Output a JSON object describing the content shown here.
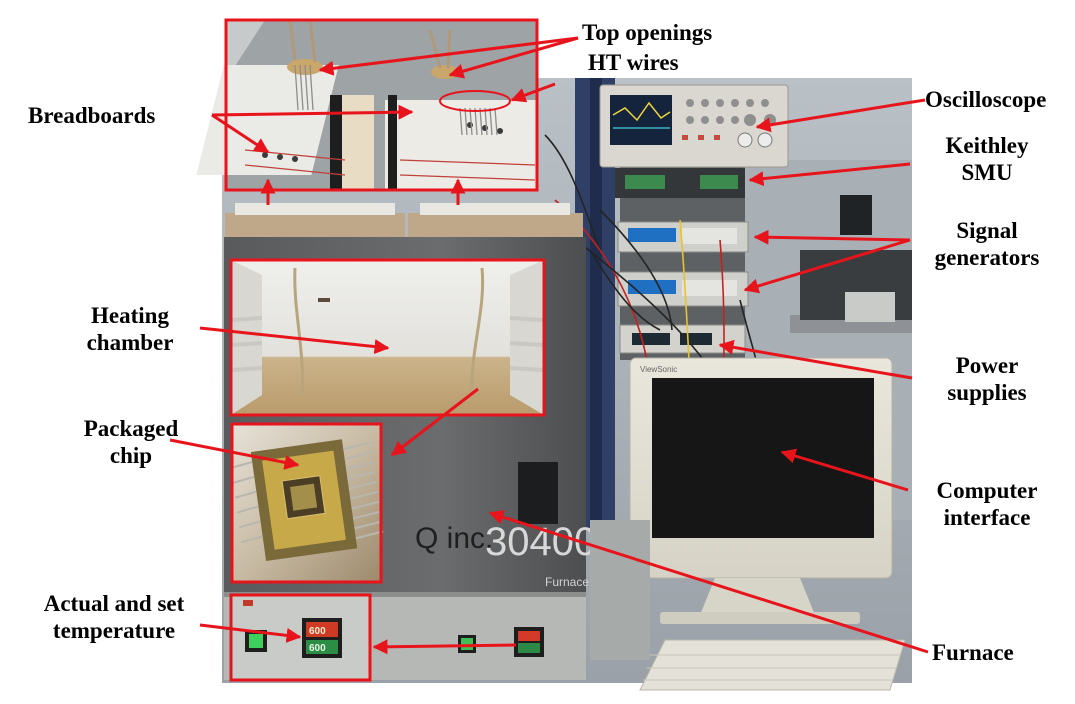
{
  "labels": {
    "top_openings": "Top openings",
    "ht_wires": "HT wires",
    "oscilloscope": "Oscilloscope",
    "breadboards": "Breadboards",
    "keithley_line1": "Keithley",
    "keithley_line2": "SMU",
    "signal_line1": "Signal",
    "signal_line2": "generators",
    "heating_line1": "Heating",
    "heating_line2": "chamber",
    "power_line1": "Power",
    "power_line2": "supplies",
    "packaged_line1": "Packaged",
    "packaged_line2": "chip",
    "computer_line1": "Computer",
    "computer_line2": "interface",
    "actual_line1": "Actual and set",
    "actual_line2": "temperature",
    "furnace": "Furnace"
  },
  "photo_text": {
    "brand": "Q inc.",
    "model": "30400",
    "furnace_plate": "Furnace",
    "readout_top": "600",
    "readout_bottom": "600"
  },
  "colors": {
    "annotation_red": "#e8141c",
    "background": "#ffffff"
  }
}
